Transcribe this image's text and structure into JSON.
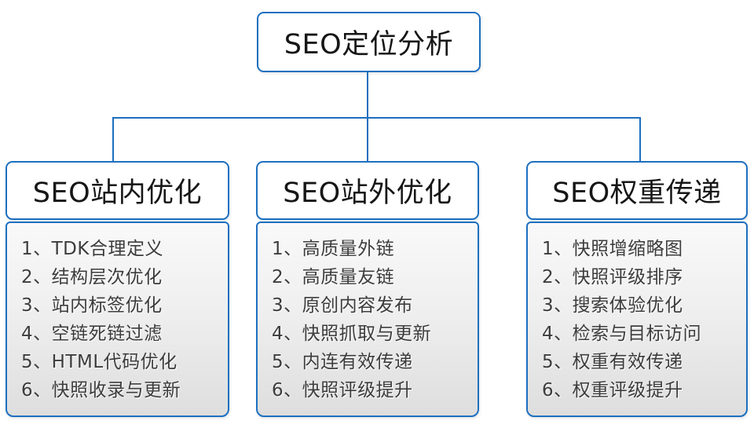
{
  "diagram": {
    "root": {
      "title": "SEO定位分析"
    },
    "columns": [
      {
        "title": "SEO站内优化",
        "items": [
          "1、TDK合理定义",
          "2、结构层次优化",
          "3、站内标签优化",
          "4、空链死链过滤",
          "5、HTML代码优化",
          "6、快照收录与更新"
        ]
      },
      {
        "title": "SEO站外优化",
        "items": [
          "1、高质量外链",
          "2、高质量友链",
          "3、原创内容发布",
          "4、快照抓取与更新",
          "5、内连有效传递",
          "6、快照评级提升"
        ]
      },
      {
        "title": "SEO权重传递",
        "items": [
          "1、快照增缩略图",
          "2、快照评级排序",
          "3、搜索体验优化",
          "4、检索与目标访问",
          "5、权重有效传递",
          "6、权重评级提升"
        ]
      }
    ]
  },
  "colors": {
    "accent_blue": "#1d6fc0",
    "header_text": "#161616",
    "list_text": "#3c3c3c",
    "panel_gradient_top": "#f9f9f9",
    "panel_gradient_bottom": "#dedede"
  }
}
